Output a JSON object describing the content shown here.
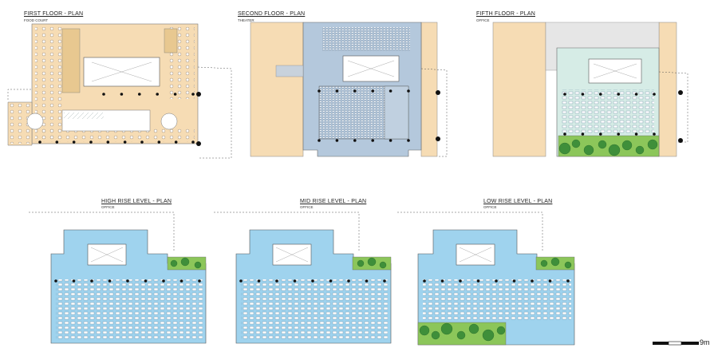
{
  "plans": [
    {
      "title": "FIRST FLOOR - PLAN",
      "program": "FOOD COURT"
    },
    {
      "title": "SECOND FLOOR - PLAN",
      "program": "THEATER"
    },
    {
      "title": "FIFTH FLOOR - PLAN",
      "program": "OFFICE"
    },
    {
      "title": "HIGH RISE LEVEL - PLAN",
      "program": "OFFICE"
    },
    {
      "title": "MID RISE LEVEL - PLAN",
      "program": "OFFICE"
    },
    {
      "title": "LOW RISE LEVEL - PLAN",
      "program": "OFFICE"
    }
  ],
  "scale_bar": {
    "label": "9m"
  },
  "colors": {
    "food_court_floor": "#f6dcb4",
    "theater_floor": "#b4c8dc",
    "fifth_floor": "#d6ece6",
    "office_floor": "#9fd3ee",
    "planting": "#8cc65a",
    "neighbor": "#f6dcb4",
    "column": "#111111"
  }
}
